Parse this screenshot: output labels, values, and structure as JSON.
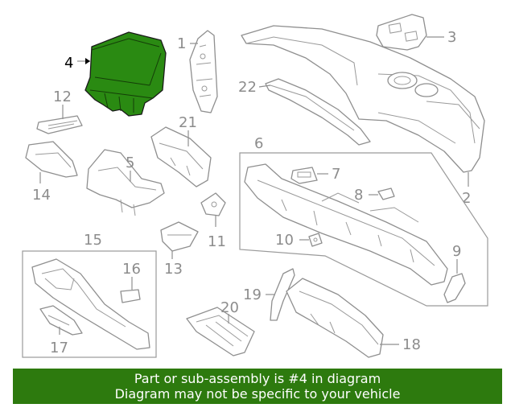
{
  "banner": {
    "line1": "Part or sub-assembly is #4 in diagram",
    "line2": "Diagram may not be specific to your vehicle",
    "background_color": "#2d7a0e",
    "text_color": "#ffffff"
  },
  "highlight": {
    "callout": "4",
    "color": "#2a8a12"
  },
  "callouts": {
    "c1": "1",
    "c2": "2",
    "c3": "3",
    "c4": "4",
    "c5": "5",
    "c6": "6",
    "c7": "7",
    "c8": "8",
    "c9": "9",
    "c10": "10",
    "c11": "11",
    "c12": "12",
    "c13": "13",
    "c14": "14",
    "c15": "15",
    "c16": "16",
    "c17": "17",
    "c18": "18",
    "c19": "19",
    "c20": "20",
    "c21": "21",
    "c22": "22"
  }
}
